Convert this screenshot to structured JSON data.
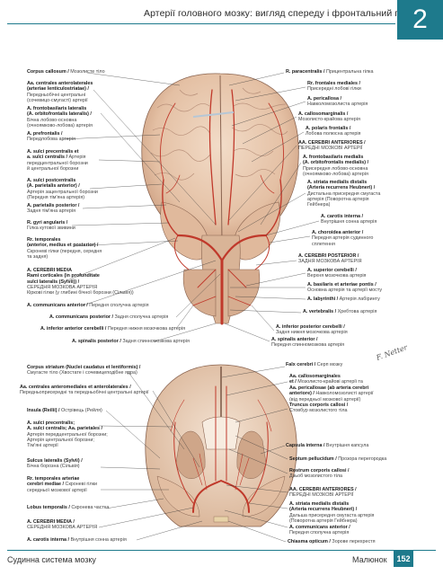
{
  "header": {
    "title": "Артерії головного мозку: вигляд спереду і фронтальний переріз",
    "chapter": "2"
  },
  "top_figure": {
    "left_labels": [
      {
        "bold": "Corpus callosum /",
        "tr": " Мозолисте тіло"
      },
      {
        "bold": "Aa. centrales anterolaterales\n(arteriae lenticulostriatae) /",
        "tr": "\nПередньобічні центральні\n(сочевицо-смугасті) артерії"
      },
      {
        "bold": "A. frontobasilaris lateralis\n(A. orbitofrontalis lateralis) /",
        "tr": "\nБічна лобово-основна\n(очноямково-лобова) артерія"
      },
      {
        "bold": "A. prefrontalis /",
        "tr": "\nПередлобова артерія"
      },
      {
        "bold": "A. sulci precentralis et\na. sulci centralis /",
        "tr": " Артерія\nпередцентральної борозни\nй центральної борозни"
      },
      {
        "bold": "A. sulci postcentralis\n(A. parietalis anterior) /",
        "tr": "\nАртерія зацентральної борозни\n(Передня тім'яна артерія)"
      },
      {
        "bold": "A. parietalis posterior /",
        "tr": "\nЗадня тім'яна артерія"
      },
      {
        "bold": "R. gyri angularis /",
        "tr": "\nГілка кутової звивини"
      },
      {
        "bold": "Rr. temporales\n(anterior, medius et posterior) /",
        "tr": "\nСкроневі гілки (передня, середня\nта задня)"
      },
      {
        "bold": "A. CEREBRI MEDIA\nRami corticales (in profunditate\nsulci lateralis (Sylvii)) /",
        "tr": "\nСЕРЕДНЯ МОЗКОВА АРТЕРІЯ\nКіркові гілки (у глибині бічної борозни (Сільвія))"
      },
      {
        "bold": "A. communicans anterior /",
        "tr": " Передня сполучна артерія"
      },
      {
        "bold": "A. communicans posterior /",
        "tr": " Задня сполучна артерія"
      },
      {
        "bold": "A. inferior anterior cerebelli /",
        "tr": " Передня нижня мозочкова артерія"
      },
      {
        "bold": "A. spinalis posterior /",
        "tr": " Задня спинномозкова артерія"
      }
    ],
    "right_labels": [
      {
        "bold": "R. paracentralis /",
        "tr": " Прицентральна гілка"
      },
      {
        "bold": "Rr. frontales mediales /",
        "tr": "\nПрисередні лобові гілки"
      },
      {
        "bold": "A. pericallosa /",
        "tr": "\nНавколомозолиста артерія"
      },
      {
        "bold": "A. callosomarginalis /",
        "tr": "\nМозолисто-крайова артерія"
      },
      {
        "bold": "A. polaris frontalis /",
        "tr": "\nЛобова полюсна артерія"
      },
      {
        "bold": "AA. CEREBRI ANTERIORES /",
        "tr": "\nПЕРЕДНІ МОЗКОВІ АРТЕРІЇ"
      },
      {
        "bold": "A. frontobasilaris medialis\n(A. orbitofrontalis medialis) /",
        "tr": "\nПрисередня лобово-основна\n(очноямково-лобова) артерія"
      },
      {
        "bold": "A. striata medialis distalis\n(Arteria recurrens Heubneri) /",
        "tr": "\nДистальна присередня смугаста\nартерія (Поворотна артерія\nГейбнера)"
      },
      {
        "bold": "A. carotis interna /",
        "tr": "\nВнутрішня сонна артерія"
      },
      {
        "bold": "A. choroidea anterior /",
        "tr": "\nПередня артерія судинного\nсплетення"
      },
      {
        "bold": "A. CEREBRI POSTERIOR /",
        "tr": "\nЗАДНЯ МОЗКОВА АРТЕРІЯ"
      },
      {
        "bold": "A. superior cerebelli /",
        "tr": "\nВерхня мозочкова артерія"
      },
      {
        "bold": "A. basilaris et arteriae pontis /",
        "tr": "\nОсновна артерія та артерії мосту"
      },
      {
        "bold": "A. labyrinthi /",
        "tr": " Артерія лабіринту"
      },
      {
        "bold": "A. vertebralis /",
        "tr": " Хребтова артерія"
      },
      {
        "bold": "A. inferior posterior cerebelli /",
        "tr": "\nЗадня нижня мозочкова артерія"
      },
      {
        "bold": "A. spinalis anterior /",
        "tr": "\nПередня спинномозкова артерія"
      }
    ]
  },
  "bottom_figure": {
    "left_labels": [
      {
        "bold": "Corpus striatum (Nuclei caudatus et lentiformis) /",
        "tr": "\nСмугасте тіло (Хвостате і сочевицеподібне ядра)"
      },
      {
        "bold": "Aa. centrales anteromediales et anterolaterales /",
        "tr": "\nПередньоприсередні та передньобічні центральні артерії"
      },
      {
        "bold": "Insula (Reilii) /",
        "tr": " Острівець (Рейля)"
      },
      {
        "bold": "A. sulci precentralis;\nA. sulci centralis; Aa. parietales /",
        "tr": "\nАртерія передцентральної борозни;\nАртерія центральної борозни;\nТім'яні артерії"
      },
      {
        "bold": "Sulcus lateralis (Sylvii) /",
        "tr": "\nБічна борозна (Сільвія)"
      },
      {
        "bold": "Rr. temporales arteriae\ncerebri mediae /",
        "tr": " Скроневі гілки\nсередньої мозкової артерії"
      },
      {
        "bold": "Lobus temporalis /",
        "tr": " Скронева частка"
      },
      {
        "bold": "A. CEREBRI MEDIA /",
        "tr": "\nСЕРЕДНЯ МОЗКОВА АРТЕРІЯ"
      },
      {
        "bold": "A. carotis interna /",
        "tr": " Внутрішня сонна артерія"
      }
    ],
    "right_labels": [
      {
        "bold": "Falx cerebri /",
        "tr": " Серп мозку"
      },
      {
        "bold": "Aa. callosomarginales\net /",
        "tr": " Мозолисто-крайові артерії та\n"
      },
      {
        "bold": "Aa. pericallosae (ab arteria cerebri\nanteriore) /",
        "tr": " Навколомозолисті артерії\n(від передньої мозкової артерії)"
      },
      {
        "bold": "Truncus corporis callosi /",
        "tr": "\nСтовбур мозолистого тіла"
      },
      {
        "bold": "Capsula interna /",
        "tr": " Внутрішня капсула"
      },
      {
        "bold": "Septum pellucidum /",
        "tr": " Прозора перегородка"
      },
      {
        "bold": "Rostrum corporis callosi /",
        "tr": "\nДзьоб мозолистого тіла"
      },
      {
        "bold": "AA. CEREBRI ANTERIORES /",
        "tr": "\nПЕРЕДНІ МОЗКОВІ АРТЕРІЇ"
      },
      {
        "bold": "A. striata medialis distalis\n(Arteria recurrens Heubneri) /",
        "tr": "\nДальша присередня смугаста артерія\n(Поворотна артерія Гейбнера)"
      },
      {
        "bold": "A. communicans anterior /",
        "tr": "\nПередня сполучна артерія"
      },
      {
        "bold": "Chiasma opticum /",
        "tr": " Зорове перехрестя"
      }
    ]
  },
  "footer": {
    "left": "Судинна система мозку",
    "right": "Малюнок",
    "page": "152"
  },
  "colors": {
    "accent": "#1e7a8c",
    "brain": "#e9cbb3",
    "artery": "#c0392b"
  }
}
